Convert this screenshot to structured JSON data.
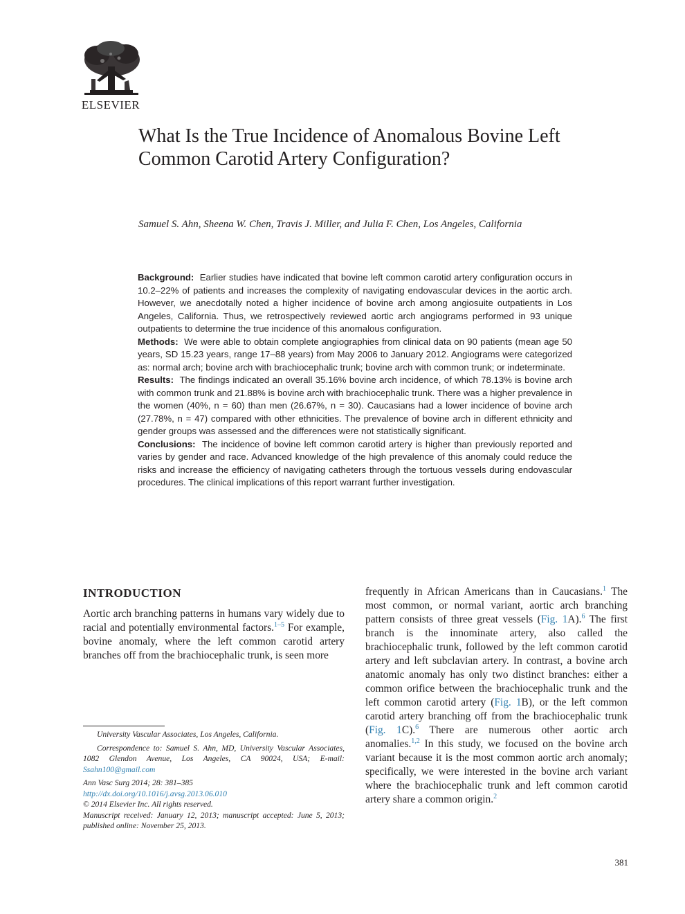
{
  "publisher": {
    "name": "ELSEVIER",
    "logo_icon": "elsevier-tree-logo"
  },
  "article": {
    "title": "What Is the True Incidence of Anomalous Bovine Left Common Carotid Artery Configuration?",
    "authors": "Samuel S. Ahn, Sheena W. Chen, Travis J. Miller, and Julia F. Chen, Los Angeles, California"
  },
  "abstract": {
    "background_label": "Background:",
    "background": "Earlier studies have indicated that bovine left common carotid artery configuration occurs in 10.2‒22% of patients and increases the complexity of navigating endovascular devices in the aortic arch. However, we anecdotally noted a higher incidence of bovine arch among angiosuite outpatients in Los Angeles, California. Thus, we retrospectively reviewed aortic arch angiograms performed in 93 unique outpatients to determine the true incidence of this anomalous configuration.",
    "methods_label": "Methods:",
    "methods": "We were able to obtain complete angiographies from clinical data on 90 patients (mean age 50 years, SD 15.23 years, range 17‒88 years) from May 2006 to January 2012. Angiograms were categorized as: normal arch; bovine arch with brachiocephalic trunk; bovine arch with common trunk; or indeterminate.",
    "results_label": "Results:",
    "results": "The findings indicated an overall 35.16% bovine arch incidence, of which 78.13% is bovine arch with common trunk and 21.88% is bovine arch with brachiocephalic trunk. There was a higher prevalence in the women (40%, n = 60) than men (26.67%, n = 30). Caucasians had a lower incidence of bovine arch (27.78%, n = 47) compared with other ethnicities. The prevalence of bovine arch in different ethnicity and gender groups was assessed and the differences were not statistically significant.",
    "conclusions_label": "Conclusions:",
    "conclusions": "The incidence of bovine left common carotid artery is higher than previously reported and varies by gender and race. Advanced knowledge of the high prevalence of this anomaly could reduce the risks and increase the efficiency of navigating catheters through the tortuous vessels during endovascular procedures. The clinical implications of this report warrant further investigation."
  },
  "introduction": {
    "heading": "INTRODUCTION",
    "left_1": "Aortic arch branching patterns in humans vary widely due to racial and potentially environmental factors.",
    "left_sup_1": "1‒5",
    "left_2": " For example, bovine anomaly, where the left common carotid artery branches off from the brachiocephalic trunk, is seen more",
    "right_1": "frequently in African Americans than in Caucasians.",
    "right_sup_1": "1",
    "right_2": " The most common, or normal variant, aortic arch branching pattern consists of three great vessels (",
    "right_ref_1": "Fig. 1",
    "right_3": "A).",
    "right_sup_2": "6",
    "right_4": " The first branch is the innominate artery, also called the brachiocephalic trunk, followed by the left common carotid artery and left subclavian artery. In contrast, a bovine arch anatomic anomaly has only two distinct branches: either a common orifice between the brachiocephalic trunk and the left common carotid artery (",
    "right_ref_2": "Fig. 1",
    "right_5": "B), or the left common carotid artery branching off from the brachiocephalic trunk (",
    "right_ref_3": "Fig. 1",
    "right_6": "C).",
    "right_sup_3": "6",
    "right_7": " There are numerous other aortic arch anomalies.",
    "right_sup_4": "1,2",
    "right_8": " In this study, we focused on the bovine arch variant because it is the most common aortic arch anomaly; specifically, we were interested in the bovine arch variant where the brachiocephalic trunk and left common carotid artery share a common origin.",
    "right_sup_5": "2"
  },
  "footnotes": {
    "affiliation": "University Vascular Associates, Los Angeles, California.",
    "correspondence": "Correspondence to: Samuel S. Ahn, MD, University Vascular Associates, 1082 Glendon Avenue, Los Angeles, CA 90024, USA; E-mail:",
    "email": "Ssahn100@gmail.com",
    "citation": "Ann Vasc Surg 2014; 28: 381–385",
    "doi": "http://dx.doi.org/10.1016/j.avsg.2013.06.010",
    "copyright": "© 2014 Elsevier Inc. All rights reserved.",
    "history": "Manuscript received: January 12, 2013; manuscript accepted: June 5, 2013; published online: November 25, 2013."
  },
  "page_number": "381"
}
